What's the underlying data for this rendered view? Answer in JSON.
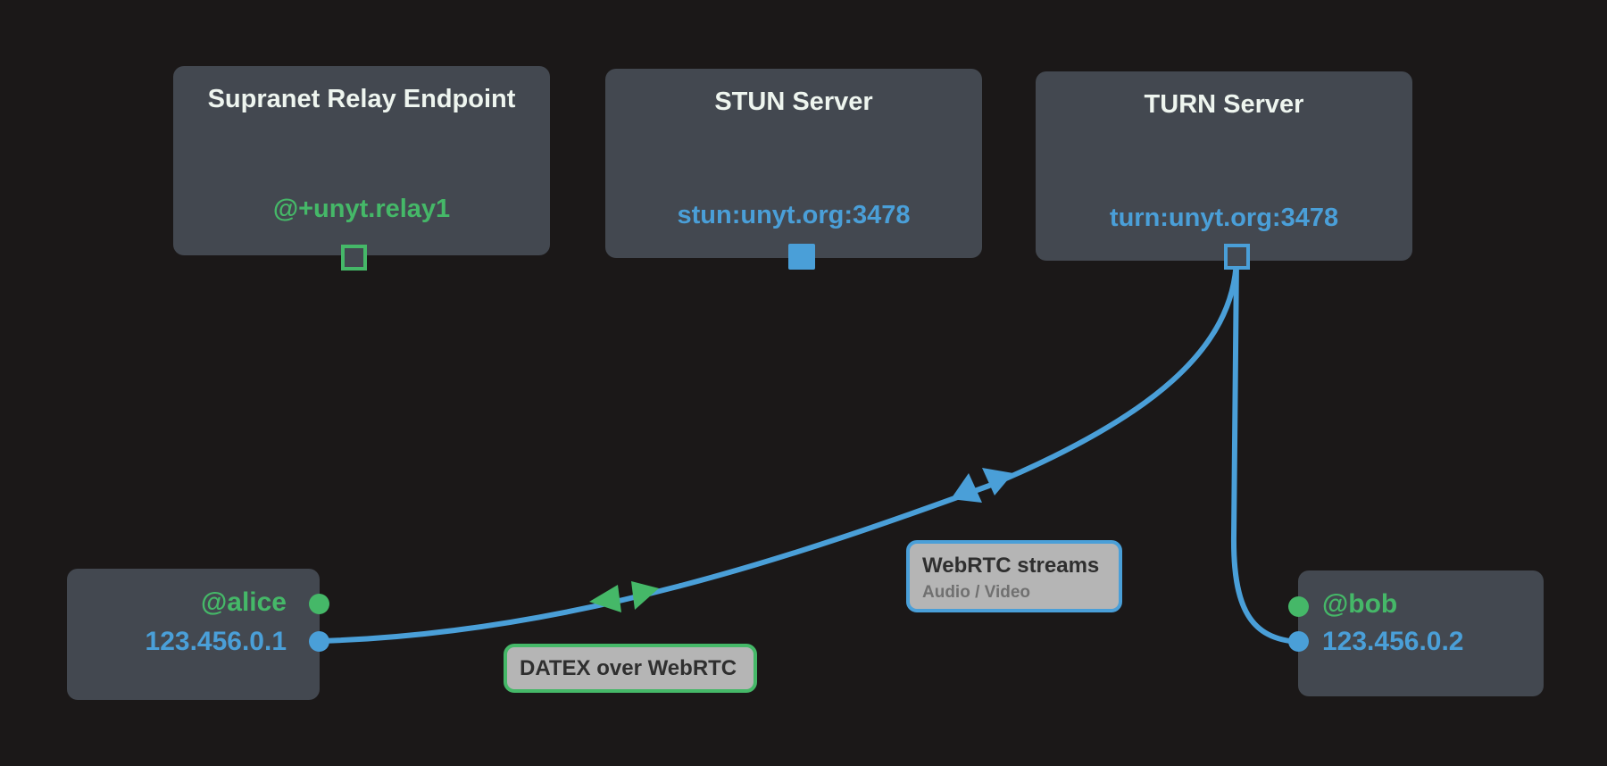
{
  "colors": {
    "background": "#1b1818",
    "node": "#434850",
    "title": "#eef5ef",
    "green": "#45b868",
    "blue": "#4a9fd8",
    "label_bg": "#b5b5b5"
  },
  "nodes": {
    "relay": {
      "title": "Supranet Relay Endpoint",
      "endpoint": "@+unyt.relay1",
      "port_style": "outline",
      "port_color": "green"
    },
    "stun": {
      "title": "STUN Server",
      "endpoint": "stun:unyt.org:3478",
      "port_style": "filled",
      "port_color": "blue"
    },
    "turn": {
      "title": "TURN Server",
      "endpoint": "turn:unyt.org:3478",
      "port_style": "outline",
      "port_color": "blue"
    },
    "alice": {
      "id": "@alice",
      "ip": "123.456.0.1"
    },
    "bob": {
      "id": "@bob",
      "ip": "123.456.0.2"
    }
  },
  "edges": [
    {
      "from": "alice.ip",
      "to": "turn.port",
      "label": "DATEX over WebRTC",
      "arrow_color": "green",
      "arrows": "bidirectional"
    },
    {
      "from": "turn.port",
      "to": "bob.ip",
      "label": "WebRTC streams",
      "sublabel": "Audio / Video",
      "arrow_color": "blue",
      "arrows": "bidirectional"
    }
  ],
  "labels": {
    "datex": {
      "text": "DATEX over WebRTC"
    },
    "webrtc": {
      "text": "WebRTC streams",
      "subtext": "Audio / Video"
    }
  }
}
